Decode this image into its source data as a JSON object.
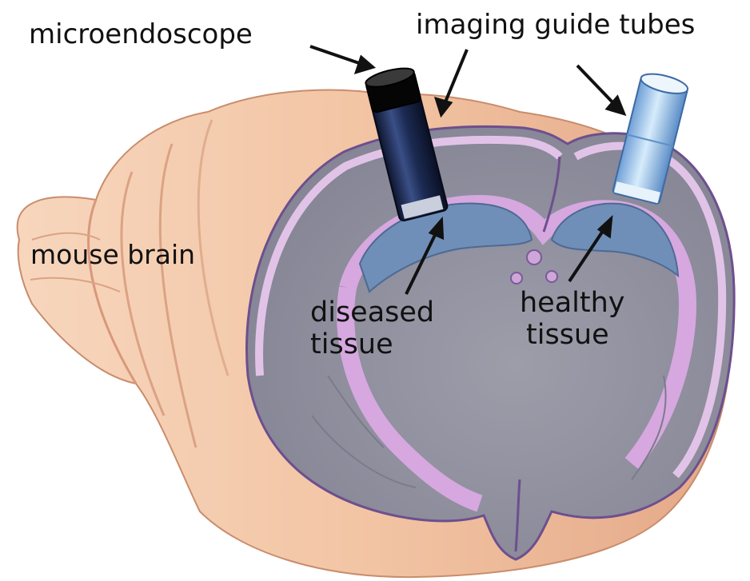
{
  "labels": {
    "microendoscope": "microendoscope",
    "imaging_guide_tubes": "imaging guide tubes",
    "mouse_brain": "mouse brain",
    "diseased_tissue": [
      "diseased",
      "tissue"
    ],
    "healthy_tissue": [
      "healthy",
      "tissue"
    ]
  },
  "colors": {
    "brain_skin": "#f2c6a6",
    "brain_skin_shadow": "#d99a78",
    "section_grey": "#8f8f9e",
    "white_matter": "#d9b2de",
    "ventricle_blue": "#6f8fb8",
    "outline_purple": "#7a5a9a",
    "microendoscope_dark": "#1f2b4d",
    "guide_tube_light": "#a9cdf0"
  },
  "icons": [
    "arrow-icon",
    "microendoscope-icon",
    "guide-tube-icon"
  ]
}
